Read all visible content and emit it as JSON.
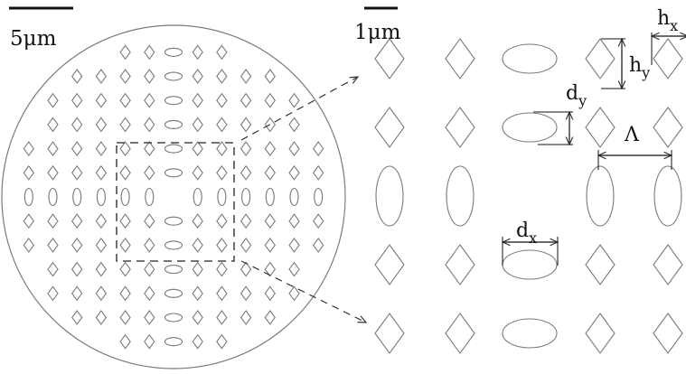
{
  "scale_bars": {
    "overview": "5μm",
    "zoom": "1μm"
  },
  "labels": {
    "hx": {
      "base": "h",
      "sub": "x"
    },
    "hy": {
      "base": "h",
      "sub": "y"
    },
    "dy": {
      "base": "d",
      "sub": "y"
    },
    "dx": {
      "base": "d",
      "sub": "x"
    },
    "period": "Λ"
  },
  "colors": {
    "stroke": "#7a7a7a",
    "ink": "#111111",
    "background": "#ffffff"
  },
  "overview": {
    "shape": "circle",
    "elements": [
      "diamond",
      "ellipse-vertical",
      "ellipse-horizontal"
    ]
  },
  "zoom": {
    "grid_rows": 5,
    "grid_cols": 5,
    "elements": [
      "diamond",
      "ellipse-vertical",
      "ellipse-horizontal"
    ]
  }
}
